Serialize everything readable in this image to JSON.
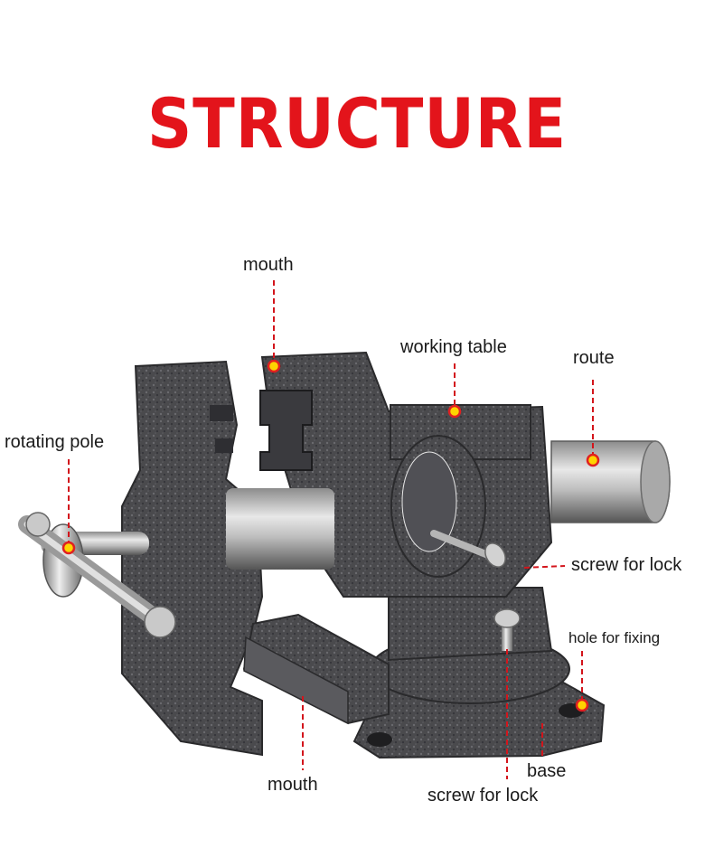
{
  "title": "STRUCTURE",
  "colors": {
    "title": "#e3141b",
    "leader_line": "#d3151c",
    "dot_fill": "#ffd400",
    "dot_ring": "#e02020"
  },
  "labels": {
    "mouth_top": "mouth",
    "working_table": "working table",
    "route": "route",
    "rotating_pole": "rotating pole",
    "screw_for_lock_right": "screw for lock",
    "hole_for_fixing": "hole for fixing",
    "mouth_bottom": "mouth",
    "base": "base",
    "screw_for_lock_bottom": "screw for lock"
  }
}
